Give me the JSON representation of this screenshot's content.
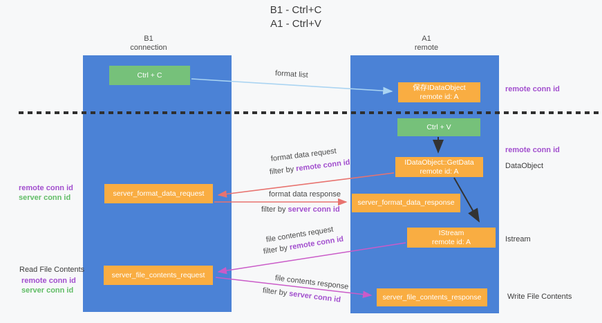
{
  "title": {
    "line1": "B1 - Ctrl+C",
    "line2": "A1 - Ctrl+V"
  },
  "lifelines": {
    "left": {
      "name": "B1",
      "role": "connection"
    },
    "right": {
      "name": "A1",
      "role": "remote"
    }
  },
  "nodes": {
    "ctrl_c": {
      "label": "Ctrl + C"
    },
    "ctrl_v": {
      "label": "Ctrl + V"
    },
    "save_idataobject": {
      "line1": "保存IDataObject",
      "line2": "remote id: A"
    },
    "getdata": {
      "line1": "IDataObject::GetData",
      "line2": "remote id: A"
    },
    "istream": {
      "line1": "IStream",
      "line2": "remote id: A"
    },
    "server_format_data_request": {
      "label": "server_format_data_request"
    },
    "server_format_data_response": {
      "label": "server_format_data_response"
    },
    "server_file_contents_request": {
      "label": "server_file_contents_request"
    },
    "server_file_contents_response": {
      "label": "server_file_contents_response"
    }
  },
  "arrows": {
    "format_list": {
      "label": "format list"
    },
    "format_data_request": {
      "label": "format data request",
      "filter_prefix": "filter by ",
      "filter_key": "remote conn id"
    },
    "format_data_response": {
      "label": "format data response",
      "filter_prefix": "filter by ",
      "filter_key": "server conn id"
    },
    "file_contents_request": {
      "label": "file contents request",
      "filter_prefix": "filter by ",
      "filter_key": "remote conn id"
    },
    "file_contents_response": {
      "label": "file contents response",
      "filter_prefix": "filter by ",
      "filter_key": "server conn id"
    }
  },
  "side_labels": {
    "remote_conn_id": "remote conn id",
    "server_conn_id": "server conn id",
    "dataobject": "DataObject",
    "istream": "Istream",
    "read_file_contents": "Read File Contents",
    "write_file_contents": "Write File Contents"
  },
  "colors": {
    "lifeline_blue": "#4b82d6",
    "box_green": "#76c17a",
    "box_orange": "#f9ad42",
    "conn_id_purple": "#a24fce",
    "conn_id_green": "#62bd67",
    "arrow_red": "#e8736f",
    "arrow_magenta": "#ca5bc8",
    "arrow_blue": "#aad4f2",
    "arrow_black": "#333333",
    "text_dark": "#3c3c3c"
  }
}
